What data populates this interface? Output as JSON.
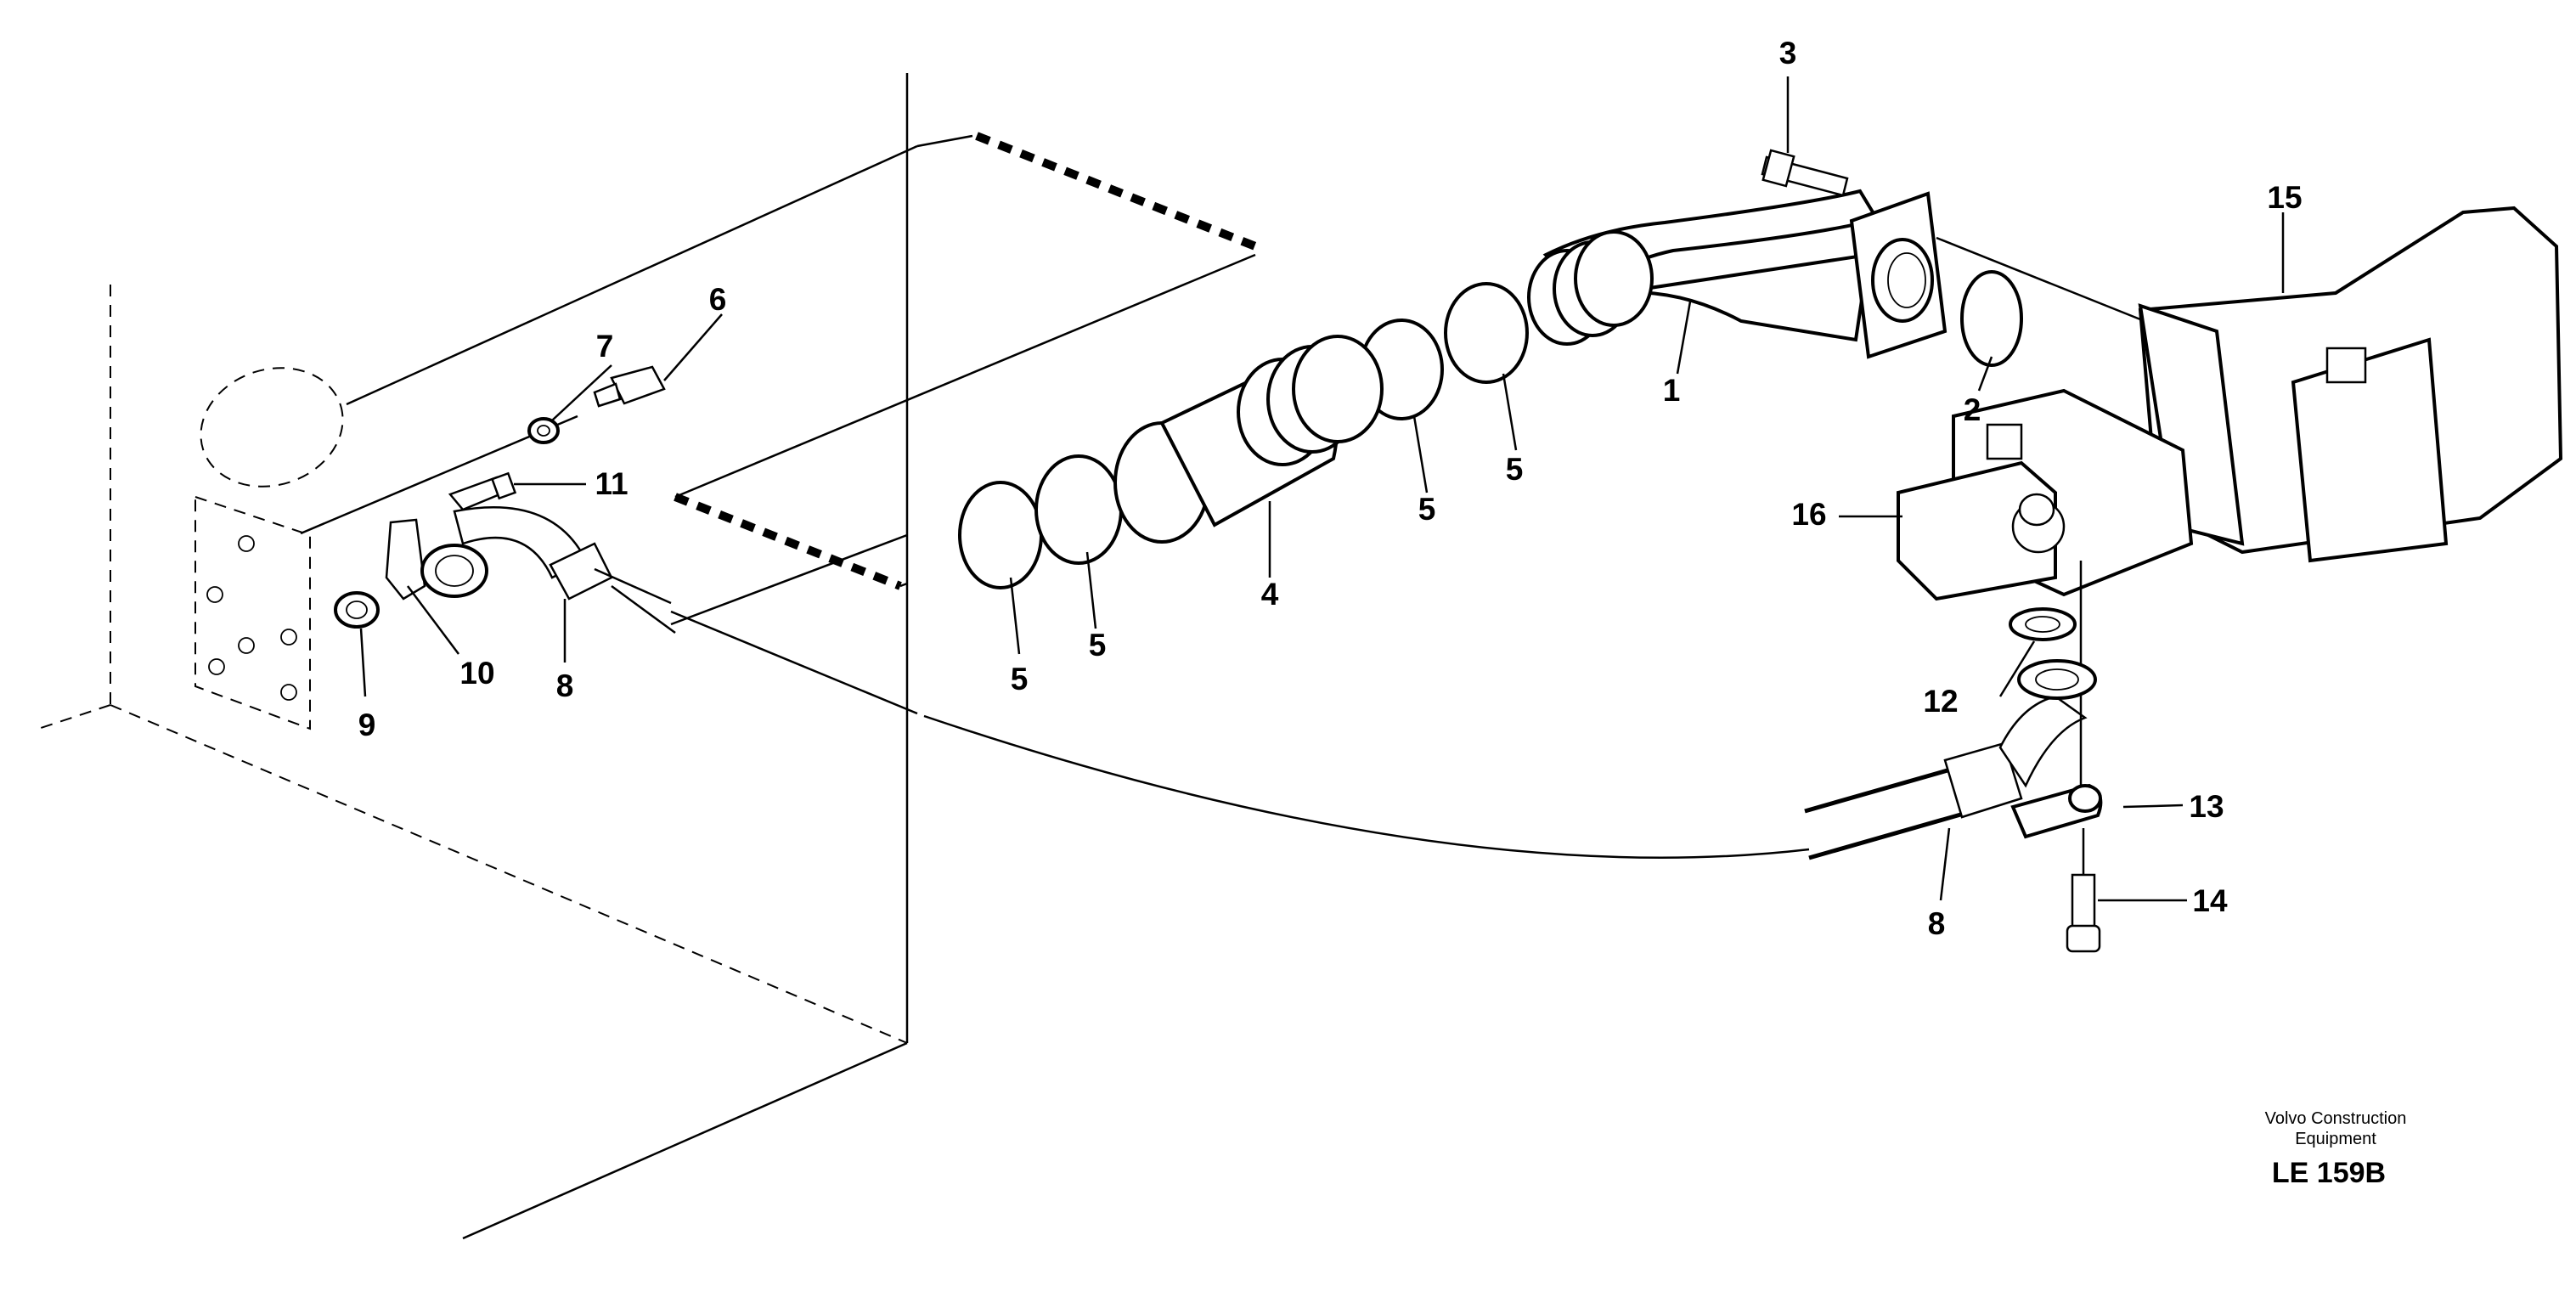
{
  "labels": {
    "p1": "1",
    "p2": "2",
    "p3": "3",
    "p4": "4",
    "p5a": "5",
    "p5b": "5",
    "p5c": "5",
    "p5d": "5",
    "p6": "6",
    "p7": "7",
    "p8a": "8",
    "p8b": "8",
    "p9": "9",
    "p10": "10",
    "p11": "11",
    "p12": "12",
    "p13": "13",
    "p14": "14",
    "p15": "15",
    "p16": "16"
  },
  "credit": {
    "line1": "Volvo Construction",
    "line2": "Equipment",
    "code": "LE 159B"
  }
}
